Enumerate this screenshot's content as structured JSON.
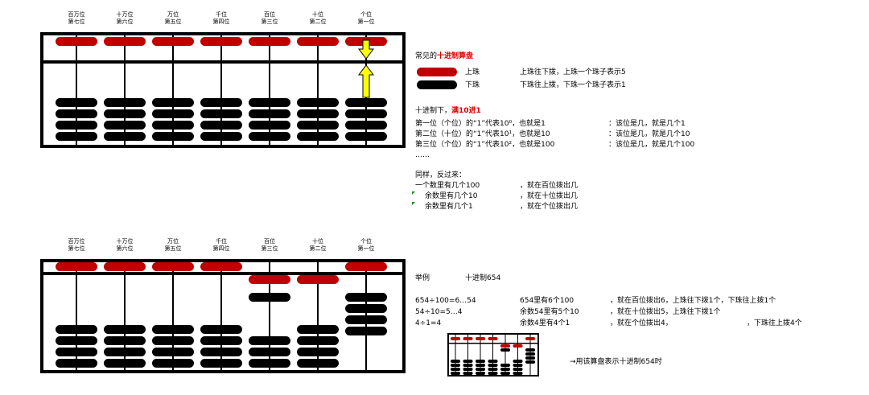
{
  "columns": [
    "百万位\n第七位",
    "十万位\n第六位",
    "万位\n第五位",
    "千位\n第四位",
    "百位\n第三位",
    "十位\n第二位",
    "个位\n第一位"
  ],
  "abacus1": {
    "upper_down": [
      0,
      0,
      0,
      0,
      0,
      0,
      0
    ],
    "lower_up": [
      0,
      0,
      0,
      0,
      0,
      0,
      0
    ],
    "arrows_on_col": 6
  },
  "abacus2": {
    "upper_down": [
      0,
      0,
      0,
      0,
      1,
      1,
      0
    ],
    "lower_up": [
      0,
      0,
      0,
      0,
      1,
      0,
      4
    ]
  },
  "legend": {
    "title_prefix": "常见的",
    "title_highlight": "十进制算盘",
    "upper_name": "上珠",
    "upper_desc": "上珠往下拨，上珠一个珠子表示5",
    "lower_name": "下珠",
    "lower_desc": "下珠往上拨，下珠一个珠子表示1"
  },
  "rule": {
    "prefix": "十进制下，",
    "highlight": "满10进1",
    "lines": [
      {
        "left": "第一位（个位）的“1”代表10⁰，也就是1",
        "right": "：该位是几，就是几个1"
      },
      {
        "left": "第二位（十位）的“1”代表10¹，也就是10",
        "right": "：该位是几，就是几个10"
      },
      {
        "left": "第三位（个位）的“1”代表10²，也就是100",
        "right": "：该位是几，就是几个100"
      }
    ],
    "ellipsis": "……"
  },
  "reverse": {
    "title": "同样，反过来：",
    "lines": [
      {
        "left": "一个数里有几个100",
        "right": "，就在百位拨出几"
      },
      {
        "left": "余数里有几个10",
        "right": "，就在十位拨出几"
      },
      {
        "left": "余数里有几个1",
        "right": "，就在个位拨出几"
      }
    ]
  },
  "example": {
    "label": "举例",
    "title": "十进制654",
    "rows": [
      {
        "calc": "654÷100=6…54",
        "count": "654里有6个100",
        "action": "，就在百位拨出6，上珠往下拨1个，下珠往上拨1个"
      },
      {
        "calc": "54÷10=5…4",
        "count": "余数54里有5个10",
        "action": "，就在十位拨出5，上珠往下拨1个"
      },
      {
        "calc": "4÷1=4",
        "count": "余数4里有4个1",
        "action": "，就在个位拨出4，",
        "action2": "，下珠往上拨4个"
      }
    ],
    "caption": "→用该算盘表示十进制654时"
  },
  "colors": {
    "upper_bead": "#c00000",
    "lower_bead": "#000000",
    "arrow": "#ffff00",
    "highlight": "#e00000"
  }
}
